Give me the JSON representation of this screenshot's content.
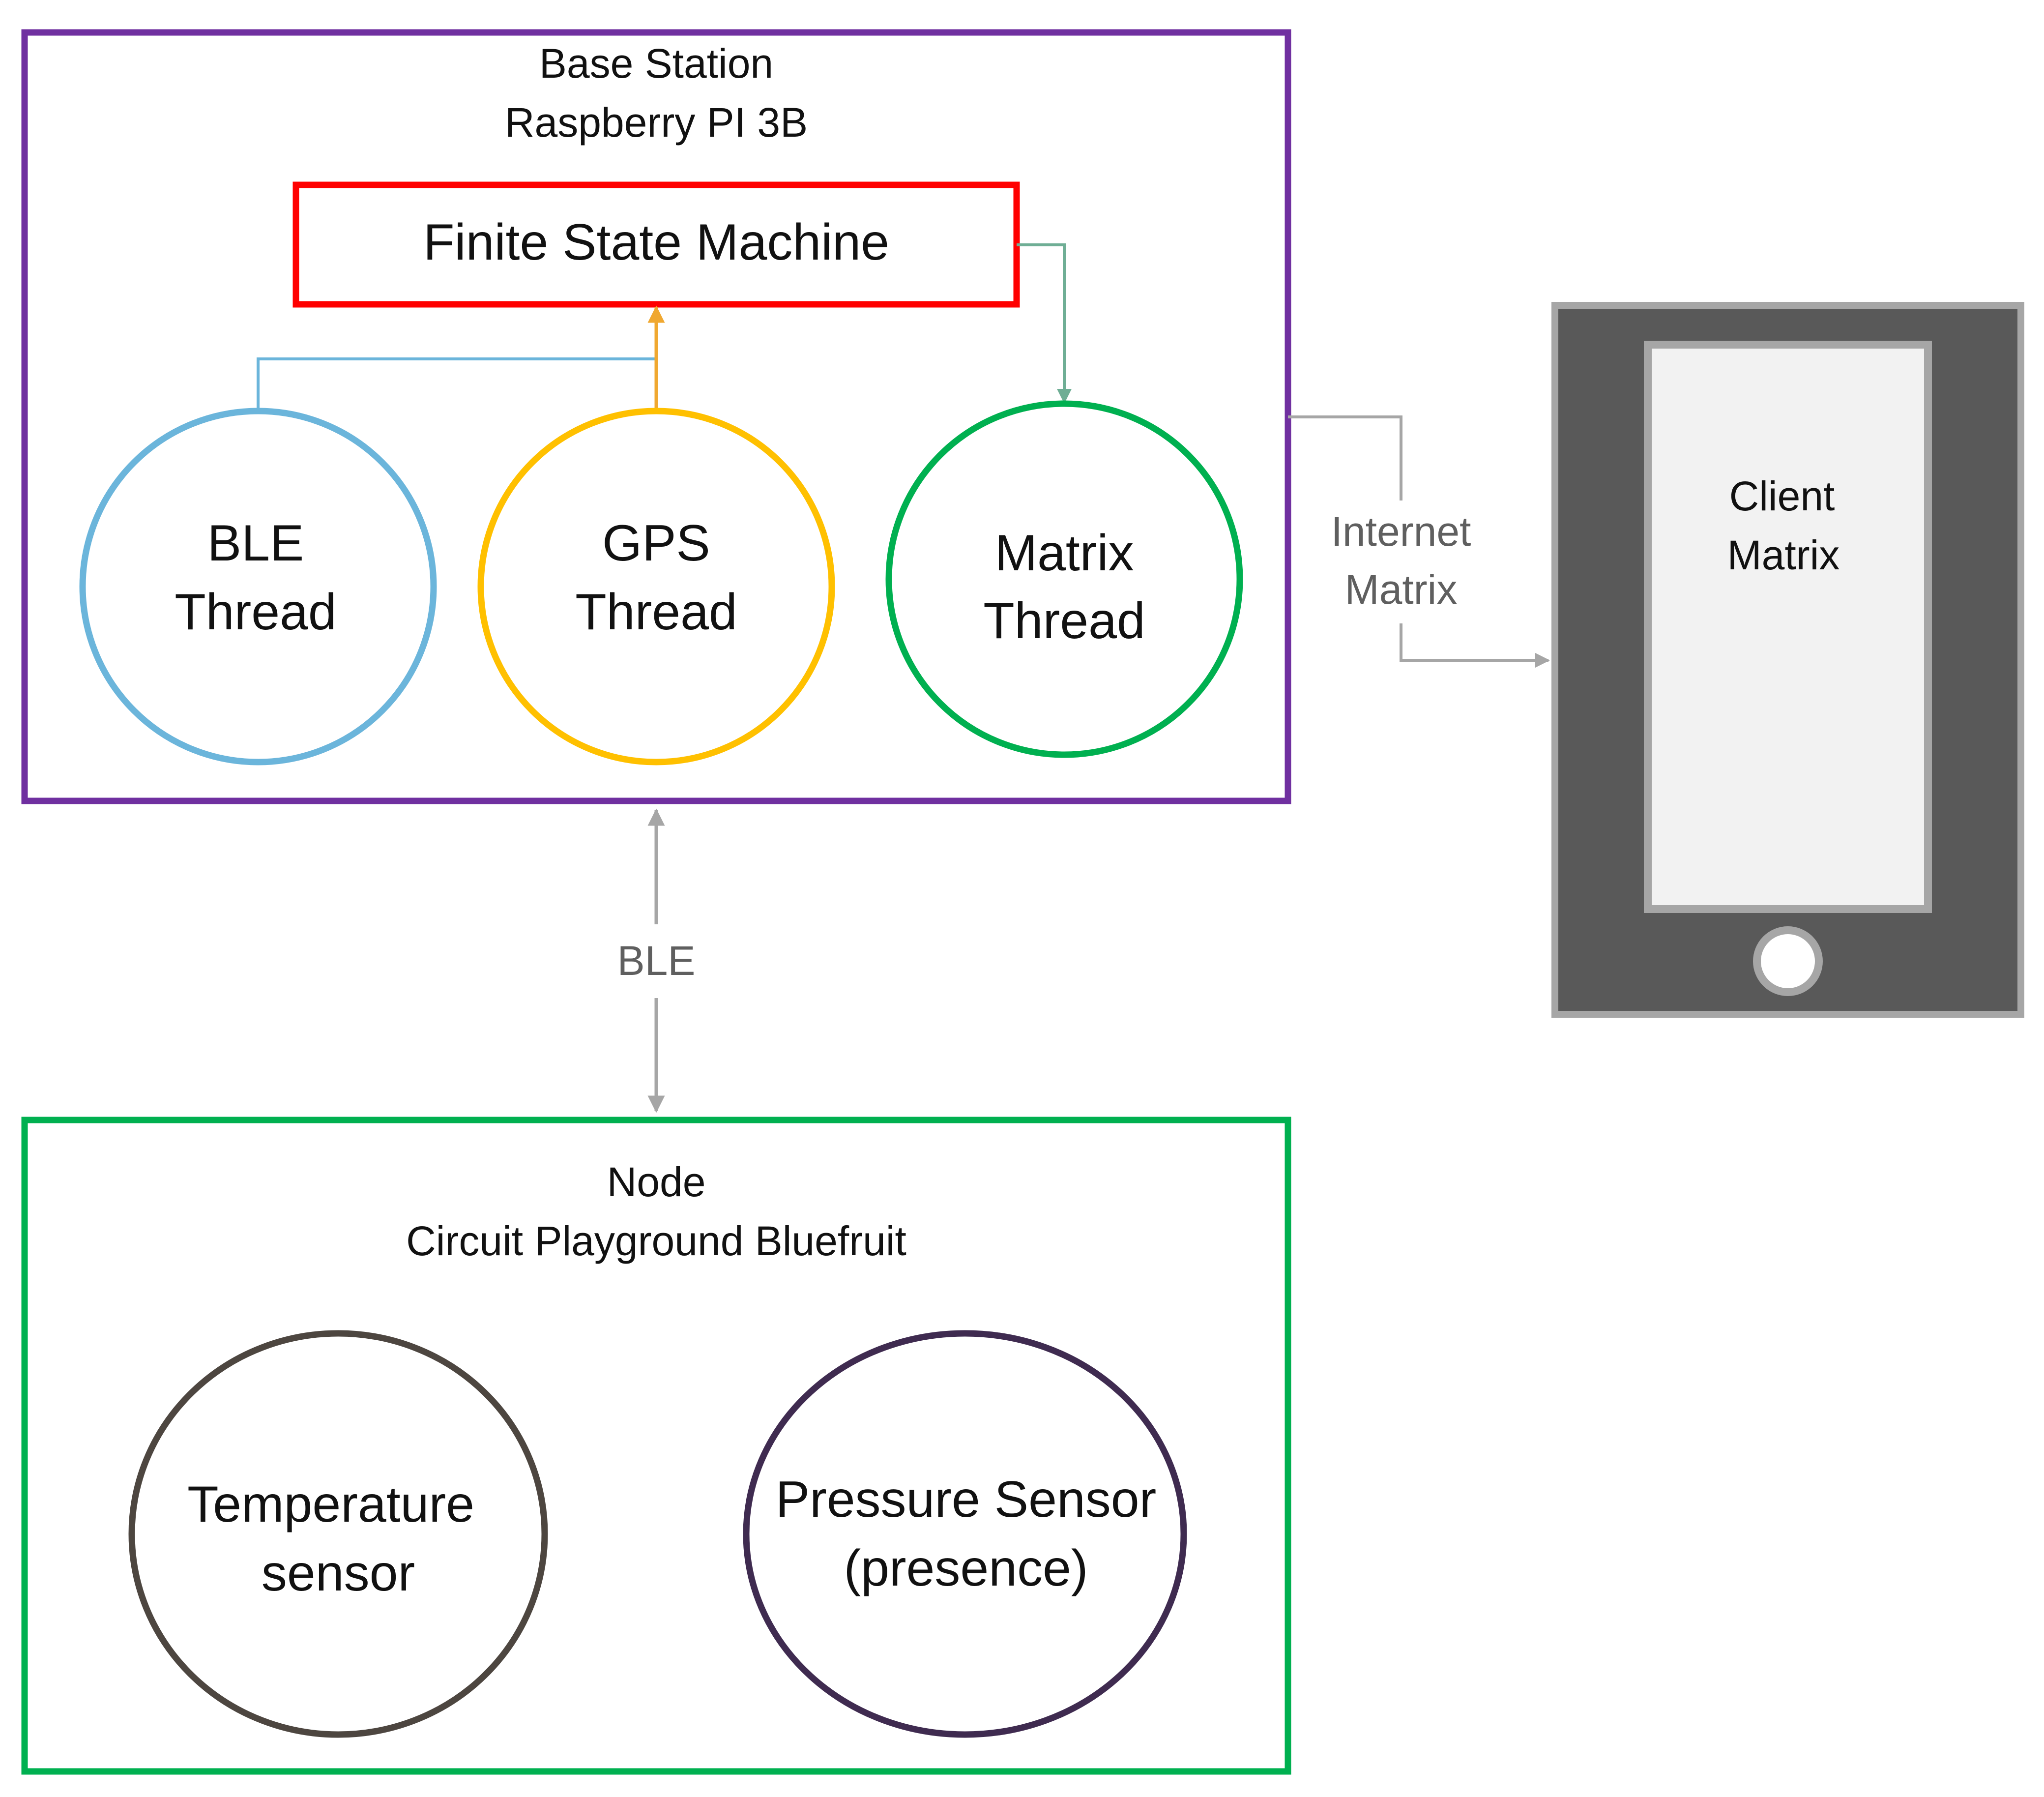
{
  "base_station": {
    "title": "Base Station",
    "subtitle": "Raspberry PI 3B",
    "border_color": "#7030A0"
  },
  "fsm": {
    "label": "Finite State Machine",
    "border_color": "#FF0000"
  },
  "threads": [
    {
      "line1": "BLE",
      "line2": "Thread",
      "color": "#6BB5DB"
    },
    {
      "line1": "GPS",
      "line2": "Thread",
      "color": "#FFC000"
    },
    {
      "line1": "Matrix",
      "line2": "Thread",
      "color": "#00B050"
    }
  ],
  "connections": {
    "internet": {
      "line1": "Internet",
      "line2": "Matrix",
      "color": "#A6A6A6"
    },
    "ble": {
      "label": "BLE",
      "color": "#A6A6A6"
    },
    "gps_to_fsm_color": "#F0A830",
    "fsm_to_matrix_color": "#6FAE95"
  },
  "client": {
    "line1": "Client",
    "line2": "Matrix",
    "device_color": "#595959",
    "screen_color": "#F2F2F2",
    "frame_color": "#A6A6A6"
  },
  "node": {
    "title": "Node",
    "subtitle": "Circuit Playground Bluefruit",
    "border_color": "#00B050"
  },
  "sensors": [
    {
      "line1": "Temperature",
      "line2": "sensor",
      "color": "#4D4640"
    },
    {
      "line1": "Pressure Sensor",
      "line2": "(presence)",
      "color": "#3F2B50"
    }
  ]
}
